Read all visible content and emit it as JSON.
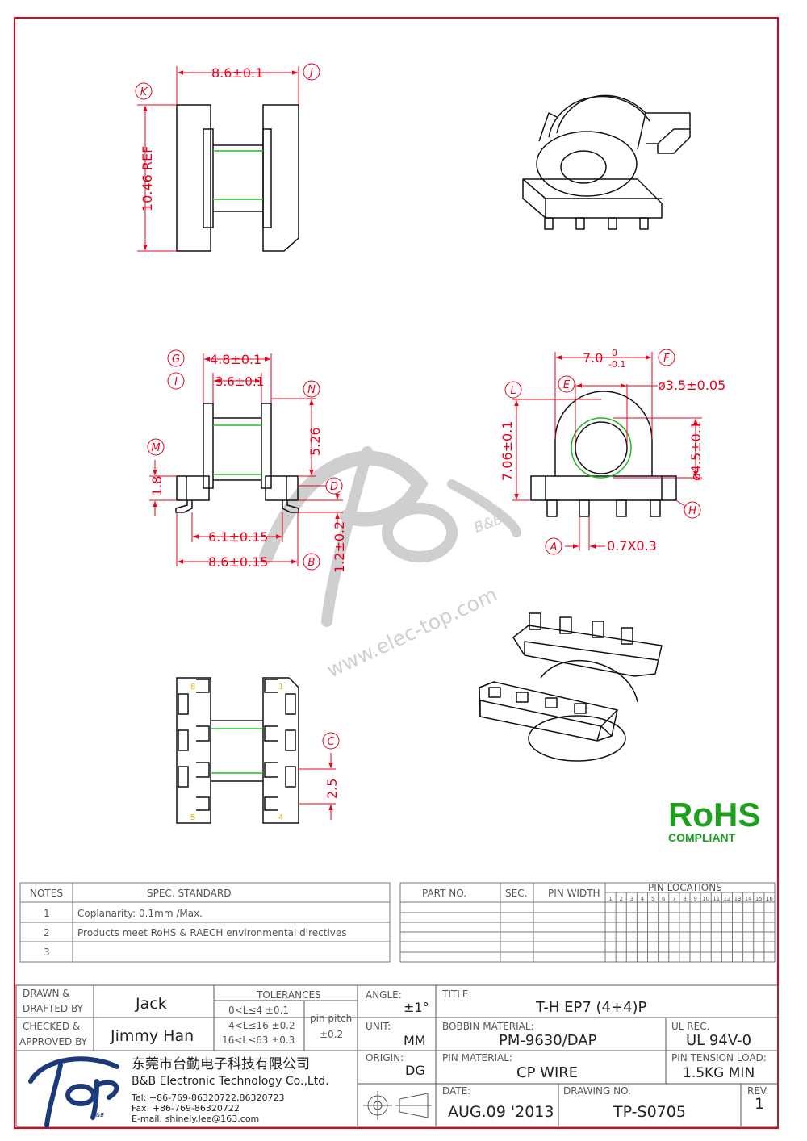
{
  "drawing": {
    "dims": {
      "top_width": "8.6±0.1",
      "top_height": "10.46 REF",
      "side_outer": "4.8±0.1",
      "side_inner": "3.6±0.1",
      "side_height": "5.26",
      "side_base": "1.8",
      "side_pin_h": "1.2±0.2",
      "side_span_inner": "6.1±0.15",
      "side_span_outer": "8.6±0.15",
      "front_width": "7.0",
      "front_width_tol_top": "0",
      "front_width_tol_bot": "-0.1",
      "front_bore": "ø3.5±0.05",
      "front_height": "7.06±0.1",
      "front_flange": "ø4.5±0.1",
      "front_pin": "0.7X0.3",
      "bottom_pitch": "2.5"
    },
    "tags": [
      "K",
      "J",
      "G",
      "I",
      "N",
      "M",
      "D",
      "B",
      "L",
      "E",
      "F",
      "H",
      "A",
      "C"
    ],
    "pin_numbers": [
      "8",
      "1",
      "5",
      "4"
    ],
    "watermark_url": "www.elec-top.com",
    "watermark_sub": "B&B",
    "rohs_title": "RoHS",
    "rohs_sub": "COMPLIANT"
  },
  "notes": {
    "col_notes": "NOTES",
    "col_spec": "SPEC. STANDARD",
    "rows": [
      {
        "n": "1",
        "text": "Coplanarity: 0.1mm  /Max."
      },
      {
        "n": "2",
        "text": "Products meet RoHS & RAECH environmental directives"
      },
      {
        "n": "3",
        "text": ""
      }
    ]
  },
  "parts": {
    "col_part": "PART NO.",
    "col_sec": "SEC.",
    "col_width": "PIN WIDTH",
    "col_pins": "PIN LOCATIONS",
    "pin_nums": [
      "1",
      "2",
      "3",
      "4",
      "5",
      "6",
      "7",
      "8",
      "9",
      "10",
      "11",
      "12",
      "13",
      "14",
      "15",
      "16"
    ]
  },
  "title_block": {
    "drawn_label": "DRAWN &",
    "drafted_label": "DRAFTED BY",
    "drawn_name": "Jack",
    "checked_label": "CHECKED &",
    "approved_label": "APPROVED BY",
    "checked_name": "Jimmy Han",
    "tol_label": "TOLERANCES",
    "tol_rows": [
      "0<L≤4   ±0.1",
      "4<L≤16  ±0.2",
      "16<L≤63  ±0.3"
    ],
    "pin_pitch_label": "pin pitch",
    "pin_pitch_val": "±0.2",
    "angle_label": "ANGLE:",
    "angle_val": "±1°",
    "unit_label": "UNIT:",
    "unit_val": "MM",
    "origin_label": "ORIGIN:",
    "origin_val": "DG",
    "title_label": "TITLE:",
    "title_val": "T-H    EP7 (4+4)P",
    "bobbin_label": "BOBBIN MATERIAL:",
    "bobbin_val": "PM-9630/DAP",
    "ul_label": "UL REC.",
    "ul_val": "UL 94V-0",
    "pinmat_label": "PIN MATERIAL:",
    "pinmat_val": "CP WIRE",
    "tension_label": "PIN TENSION LOAD:",
    "tension_val": "1.5KG    MIN",
    "date_label": "DATE:",
    "date_val": "AUG.09 '2013",
    "dwgno_label": "DRAWING NO.",
    "dwgno_val": "TP-S0705",
    "rev_label": "REV.",
    "rev_val": "1",
    "company_cn": "东莞市台勤电子科技有限公司",
    "company_en": "B&B Electronic Technology Co.,Ltd.",
    "tel": "Tel: +86-769-86320722,86320723",
    "fax": "Fax: +86-769-86320722",
    "email": "E-mail: shinely.lee@163.com",
    "logo_sub": "B&B"
  },
  "colors": {
    "border": "#e8001c",
    "dim": "#e8001c",
    "green": "#22bb22",
    "rohs": "#1da11d"
  }
}
